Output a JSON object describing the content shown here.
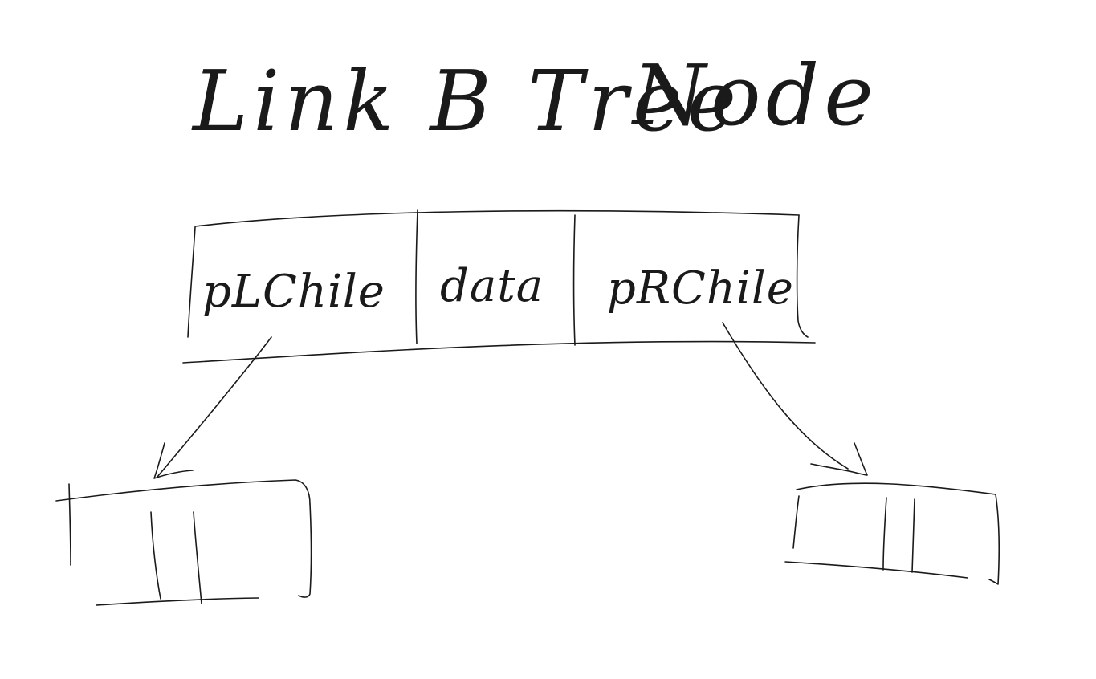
{
  "title": {
    "part1": "Link B Tree",
    "part2": "Node"
  },
  "node": {
    "fields": [
      "pLChile",
      "data",
      "pRChile"
    ]
  },
  "colors": {
    "ink": "#1a1a1a",
    "background": "#ffffff"
  }
}
